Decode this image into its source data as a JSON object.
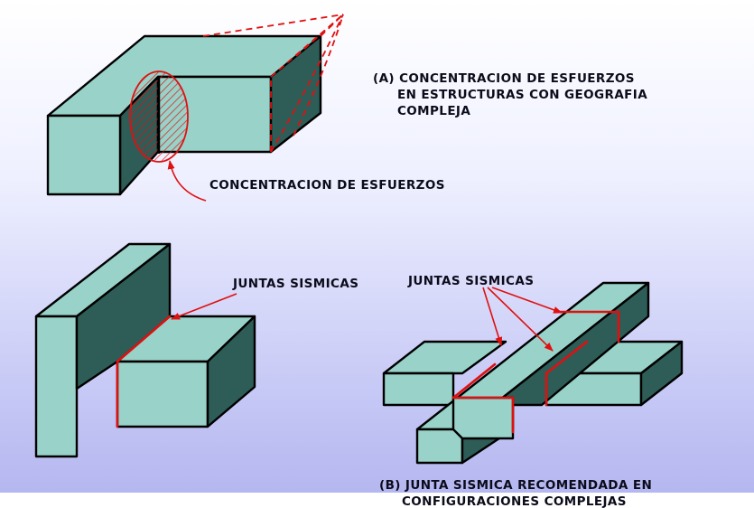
{
  "labels": {
    "a_line1": "(A) CONCENTRACION DE ESFUERZOS",
    "a_line2": "EN ESTRUCTURAS CON GEOGRAFIA",
    "a_line3": "COMPLEJA",
    "concentration": "CONCENTRACION DE ESFUERZOS",
    "joints_left": "JUNTAS SISMICAS",
    "joints_right": "JUNTAS SISMICAS",
    "b_line1": "(B) JUNTA SISMICA RECOMENDADA EN",
    "b_line2": "CONFIGURACIONES COMPLEJAS"
  },
  "colors": {
    "block_face": "#98d2c8",
    "block_side": "#2e5c56",
    "joint_red": "#e01010",
    "outline": "#000000"
  }
}
